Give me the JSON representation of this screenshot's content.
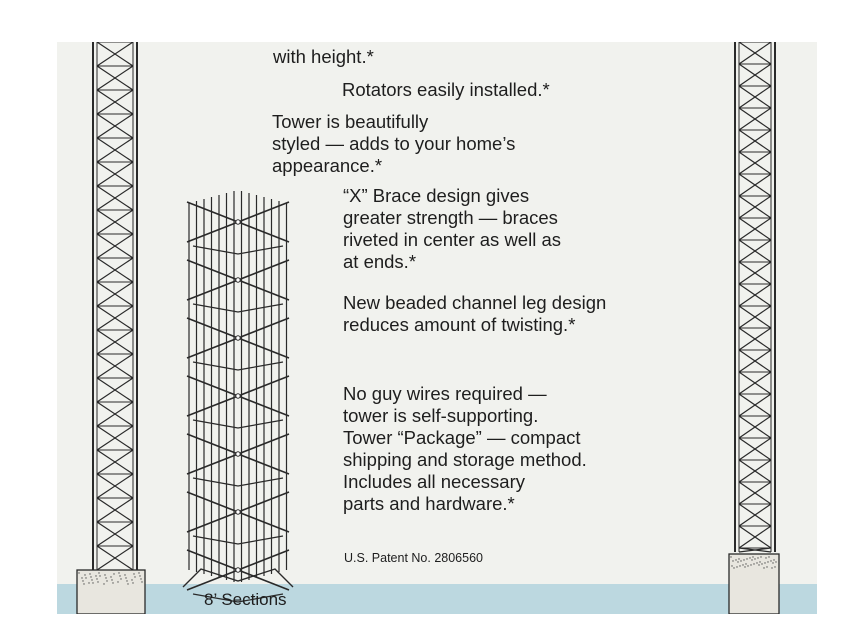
{
  "blocks": {
    "height": [
      "with height.*"
    ],
    "rotators": [
      "Rotators easily installed.*"
    ],
    "styled": [
      "Tower is beautifully",
      "styled — adds to your home’s",
      "appearance.*"
    ],
    "brace": [
      "“X” Brace design gives",
      "greater strength — braces",
      "riveted in center as well as",
      "at ends.*"
    ],
    "channel": [
      "New beaded channel leg design",
      "reduces amount of twisting.*"
    ],
    "guy": [
      "No guy wires required —",
      "tower is self-supporting.",
      "Tower “Package” — compact",
      "shipping and storage method.",
      "Includes all necessary",
      "parts and hardware.*"
    ]
  },
  "patent": "U.S. Patent No. 2806560",
  "sections_caption": "8’ Sections",
  "colors": {
    "paper": "#f1f2ee",
    "ink": "#1e1e1e",
    "band": "#bcd8e0"
  }
}
